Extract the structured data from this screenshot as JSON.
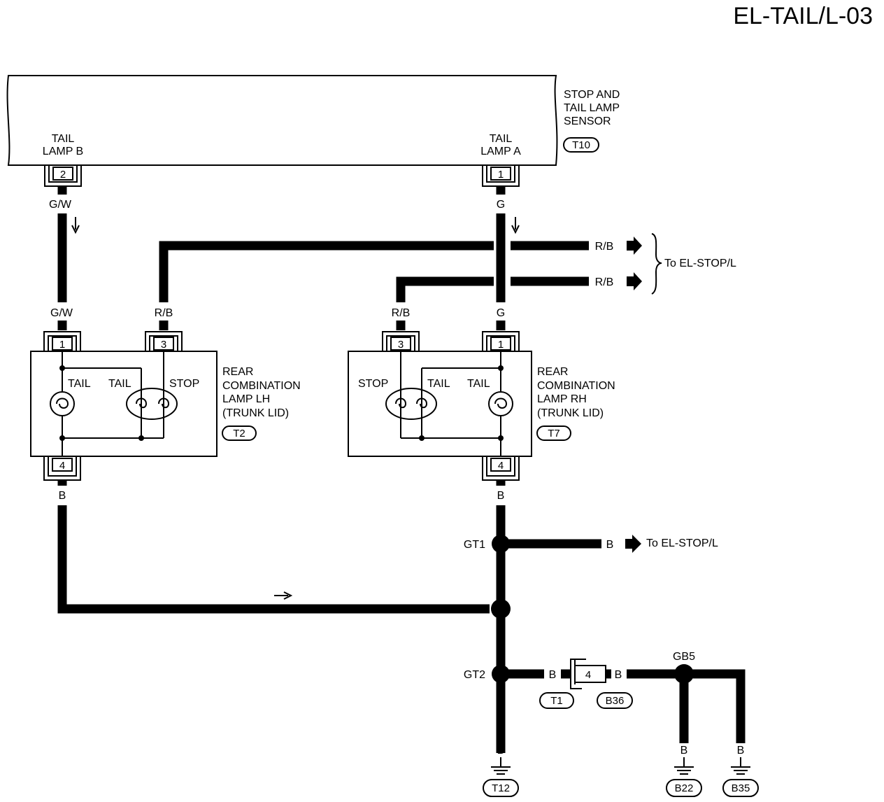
{
  "page_code": "EL-TAIL/L-03",
  "sensor": {
    "name_lines": [
      "STOP AND",
      "TAIL LAMP",
      "SENSOR"
    ],
    "connector": "T10",
    "term_b_lines": [
      "TAIL",
      "LAMP B"
    ],
    "term_b_pin": "2",
    "term_a_lines": [
      "TAIL",
      "LAMP A"
    ],
    "term_a_pin": "1"
  },
  "wires": {
    "gw": "G/W",
    "g": "G",
    "rb": "R/B",
    "b": "B"
  },
  "to_stop_label": "To EL-STOP/L",
  "lamp_lh": {
    "name_lines": [
      "REAR",
      "COMBINATION",
      "LAMP LH",
      "(TRUNK LID)"
    ],
    "connector": "T2",
    "pin_in": "1",
    "pin_stop": "3",
    "pin_gnd": "4",
    "bulb_labels": [
      "TAIL",
      "TAIL",
      "STOP"
    ]
  },
  "lamp_rh": {
    "name_lines": [
      "REAR",
      "COMBINATION",
      "LAMP RH",
      "(TRUNK LID)"
    ],
    "connector": "T7",
    "pin_in": "1",
    "pin_stop": "3",
    "pin_gnd": "4",
    "bulb_labels": [
      "STOP",
      "TAIL",
      "TAIL"
    ]
  },
  "junctions": {
    "gt1": "GT1",
    "gt2": "GT2",
    "gb5": "GB5"
  },
  "inline_connector": {
    "pin": "4",
    "left_conn": "T1",
    "right_conn": "B36"
  },
  "grounds": [
    "T12",
    "B22",
    "B35"
  ]
}
